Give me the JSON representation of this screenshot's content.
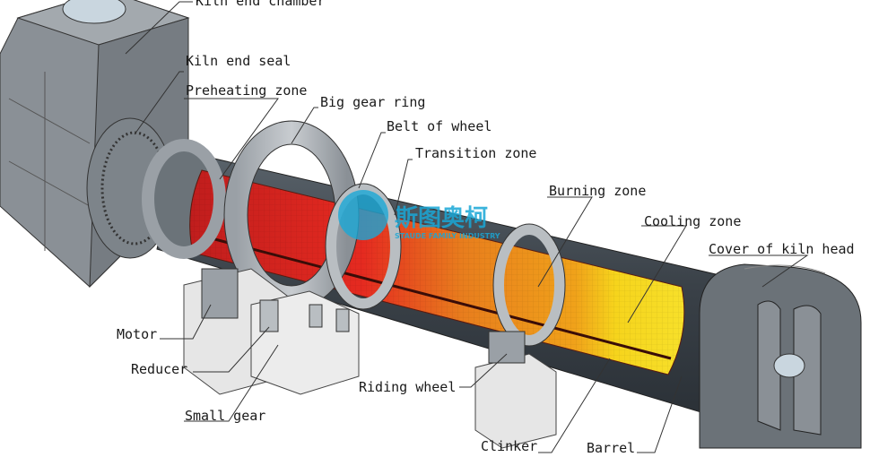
{
  "labels": {
    "kiln_end_chamber": "Kiln end chamber",
    "kiln_end_seal": "Kiln end seal",
    "preheating_zone": "Preheating zone",
    "big_gear_ring": "Big gear ring",
    "belt_of_wheel": "Belt of wheel",
    "transition_zone": "Transition zone",
    "burning_zone": "Burning zone",
    "cooling_zone": "Cooling zone",
    "cover_of_kiln_head": "Cover of kiln head",
    "motor": "Motor",
    "reducer": "Reducer",
    "small_gear": "Small gear",
    "riding_wheel": "Riding wheel",
    "clinker": "Clinker",
    "barrel": "Barrel"
  },
  "watermark": {
    "cn": "斯图奥柯",
    "en": "STAUDE FAMILY INDUSTRY"
  },
  "colors": {
    "shell": "#3a4148",
    "chamber": "#8a9096",
    "preheat": "#c82a22",
    "burn": "#e8891c",
    "cool": "#f4d21c",
    "base": "#e6e6e6",
    "watermark": "#1aa7d6"
  }
}
